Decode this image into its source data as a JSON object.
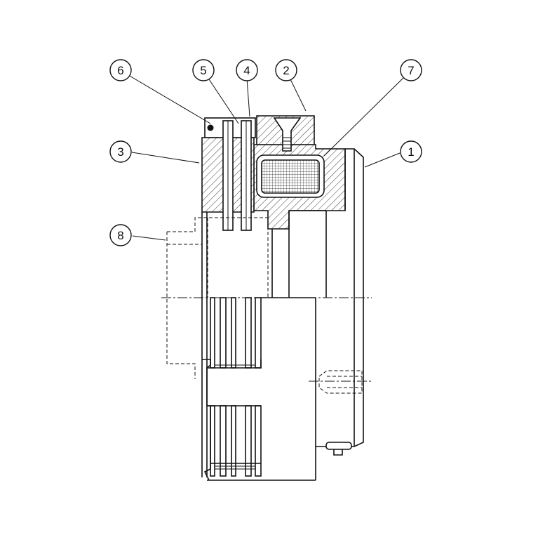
{
  "diagram": {
    "callouts": [
      {
        "id": "callout-6",
        "label": "6"
      },
      {
        "id": "callout-5",
        "label": "5"
      },
      {
        "id": "callout-4",
        "label": "4"
      },
      {
        "id": "callout-2",
        "label": "2"
      },
      {
        "id": "callout-7",
        "label": "7"
      },
      {
        "id": "callout-3",
        "label": "3"
      },
      {
        "id": "callout-1",
        "label": "1"
      },
      {
        "id": "callout-8",
        "label": "8"
      }
    ]
  }
}
